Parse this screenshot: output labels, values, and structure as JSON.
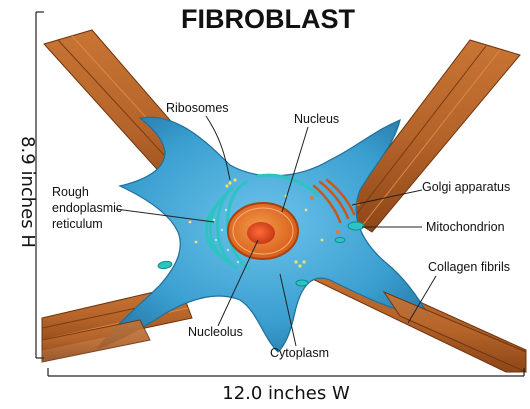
{
  "title": "FIBROBLAST",
  "labels": {
    "ribosomes": "Ribosomes",
    "nucleus": "Nucleus",
    "rough_er_1": "Rough",
    "rough_er_2": "endoplasmic",
    "rough_er_3": "reticulum",
    "golgi": "Golgi apparatus",
    "mitochondrion": "Mitochondrion",
    "collagen": "Collagen fibrils",
    "nucleolus": "Nucleolus",
    "cytoplasm": "Cytoplasm"
  },
  "dimensions": {
    "height": "8.9 inches H",
    "width": "12.0 inches W"
  },
  "colors": {
    "cell": "#3a9fd0",
    "cell_light": "#8fd0ee",
    "collagen": "#b5642a",
    "collagen_dark": "#7a3a12",
    "nucleus": "#f07c2c",
    "nucleolus": "#d8451d",
    "organelle": "#27b6b8"
  }
}
